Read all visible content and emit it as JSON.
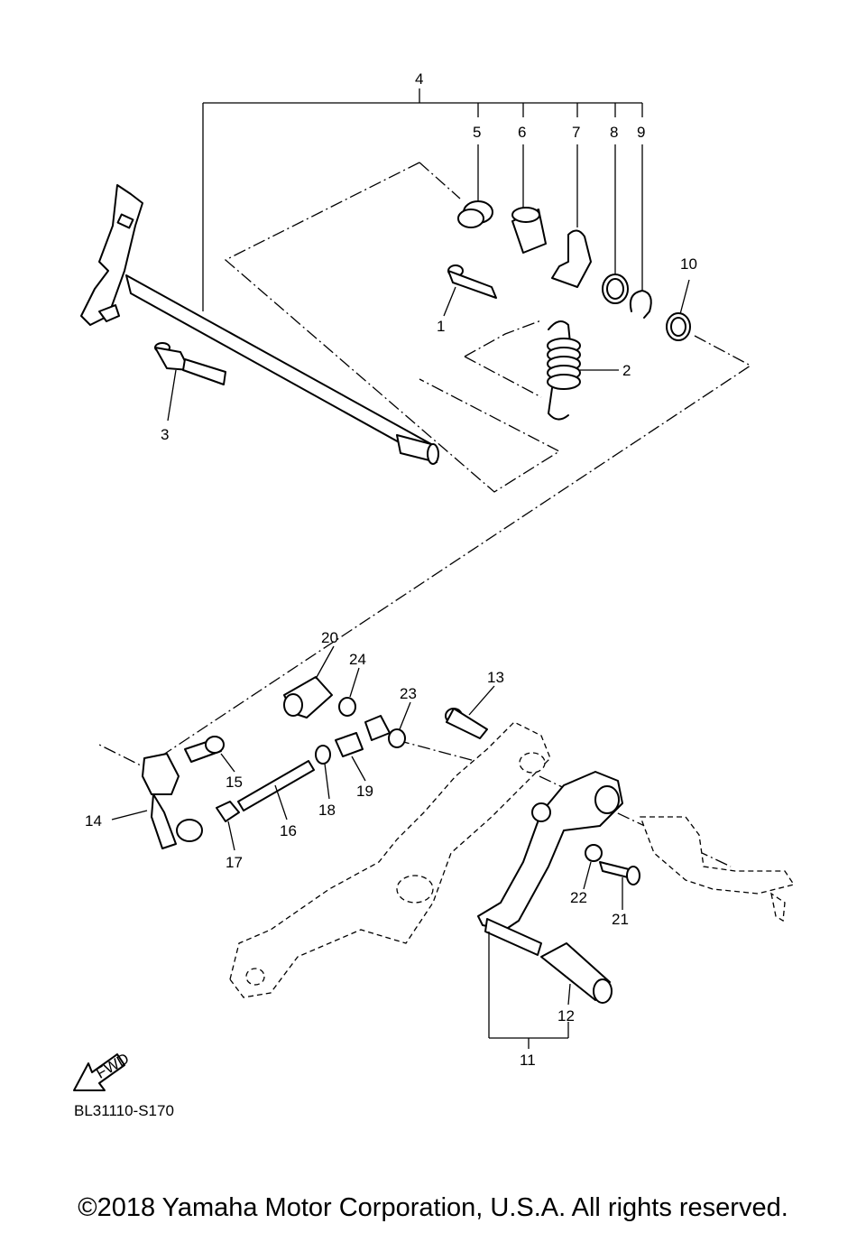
{
  "diagram_code": "BL31110-S170",
  "direction_marker": "FWD",
  "copyright": "©2018 Yamaha Motor Corporation, U.S.A. All rights reserved.",
  "callouts": {
    "c1": "1",
    "c2": "2",
    "c3": "3",
    "c4": "4",
    "c5": "5",
    "c6": "6",
    "c7": "7",
    "c8": "8",
    "c9": "9",
    "c10": "10",
    "c11": "11",
    "c12": "12",
    "c13": "13",
    "c14": "14",
    "c15": "15",
    "c16": "16",
    "c17": "17",
    "c18": "18",
    "c19": "19",
    "c20": "20",
    "c21": "21",
    "c22": "22",
    "c23": "23",
    "c24": "24"
  }
}
